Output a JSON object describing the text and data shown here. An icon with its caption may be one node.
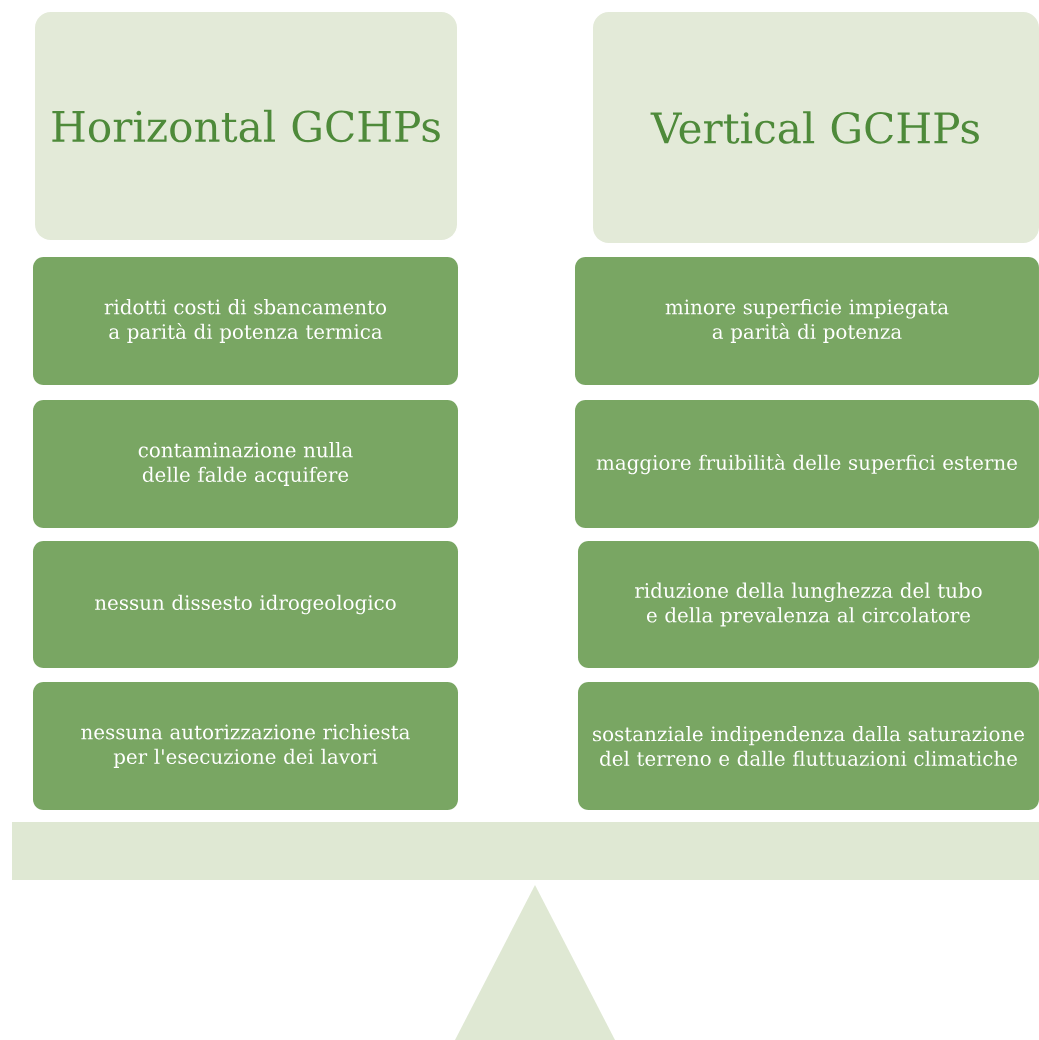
{
  "diagram": {
    "nodes": [
      {
        "text": [
          "Horizontal GCHPs"
        ]
      },
      {
        "text": [
          "ridotti costi di sbancamento a parità di potenza termica"
        ]
      },
      {
        "text": [
          "contaminazione nulla delle falde acquifere"
        ]
      },
      {
        "text": [
          "nessun dissesto idrogeologico"
        ]
      },
      {
        "text": [
          "nessuna autorizzazione richiesta per l'esecuzione dei lavori"
        ]
      },
      {
        "text": [
          "Vertical GCHPs"
        ]
      },
      {
        "text": [
          "minore superficie impiegata a parità di potenza"
        ]
      },
      {
        "text": [
          "maggiore fruibilità delle superfici esterne"
        ]
      },
      {
        "text": [
          "riduzione della lunghezza del tubo e della prevalenza al circolatore"
        ]
      },
      {
        "text": [
          "sostanziale indipendenza dalla saturazione del terreno e dalle fluttuazioni climatiche"
        ]
      }
    ],
    "edges": []
  }
}
